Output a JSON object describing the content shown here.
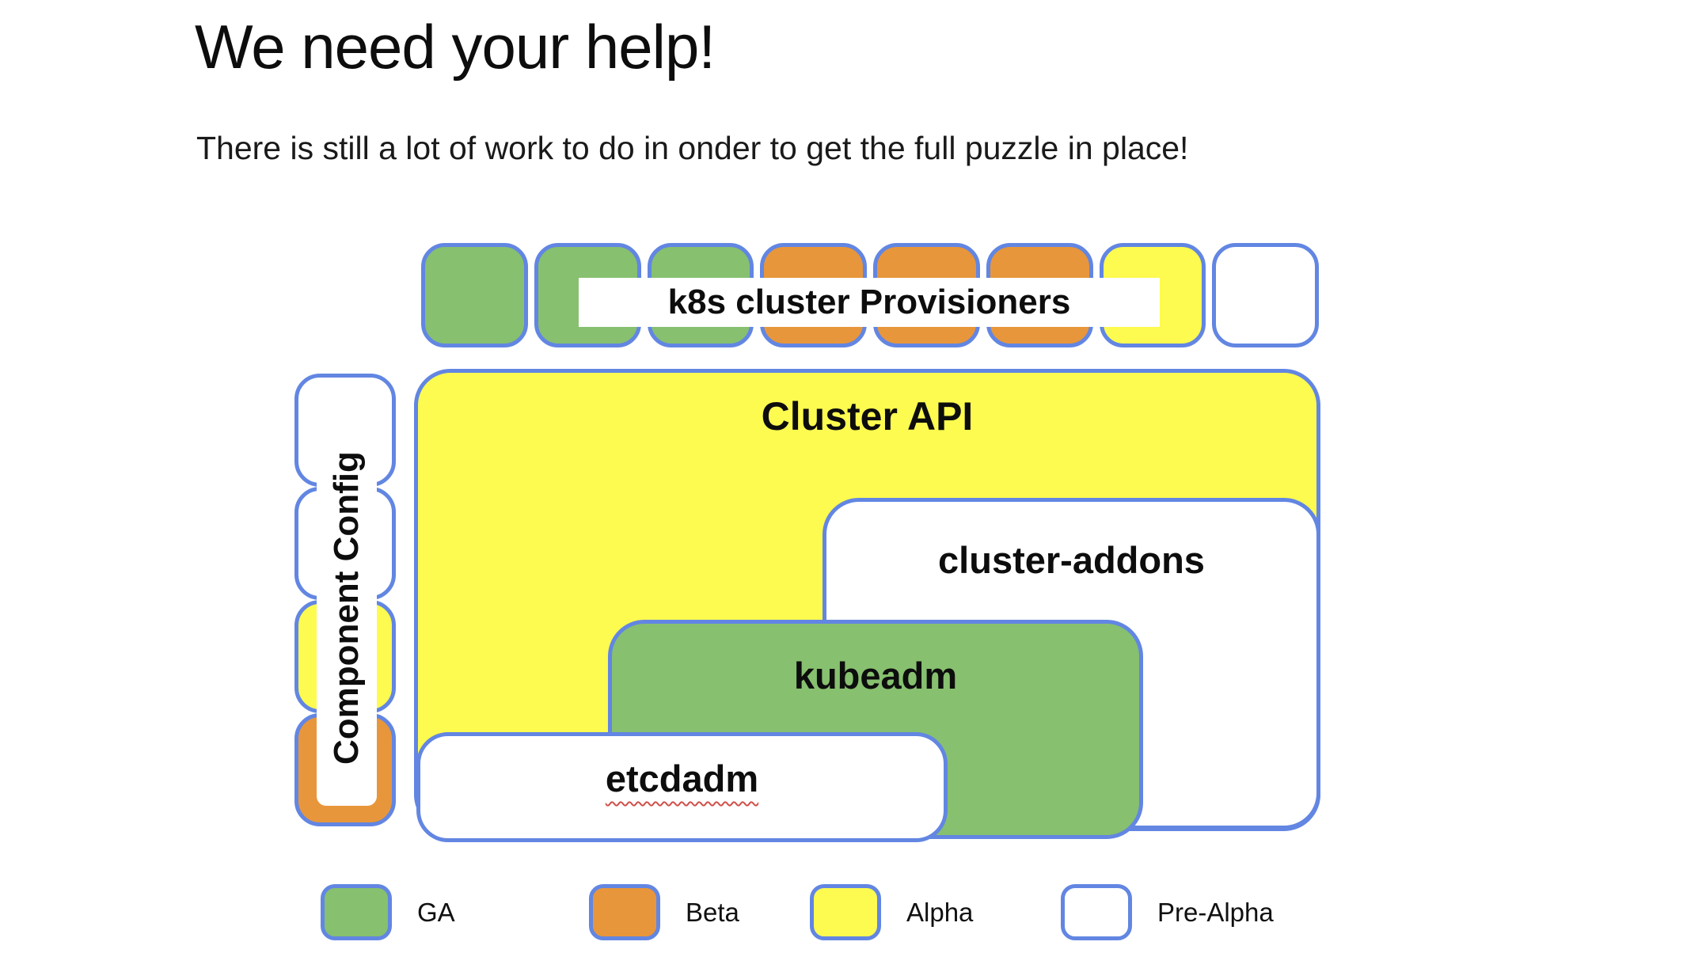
{
  "header": {
    "title": "We need your help!",
    "subtitle": "There is still a lot of work to do in onder to get the full puzzle in place!"
  },
  "puzzle": {
    "provisioners_label": "k8s cluster Provisioners",
    "provisioner_pieces": [
      "GA",
      "GA",
      "GA",
      "Beta",
      "Beta",
      "Beta",
      "Alpha",
      "Pre-Alpha"
    ],
    "component_config": {
      "label": "Component Config",
      "segments": [
        "Pre-Alpha",
        "Pre-Alpha",
        "Alpha",
        "Beta"
      ]
    },
    "cluster_api": {
      "label": "Cluster API",
      "status": "Alpha"
    },
    "cluster_addons": {
      "label": "cluster-addons",
      "status": "Pre-Alpha"
    },
    "kubeadm": {
      "label": "kubeadm",
      "status": "GA"
    },
    "etcdadm": {
      "label": "etcdadm",
      "status": "Pre-Alpha",
      "spellcheck_underline": true
    }
  },
  "legend": {
    "items": [
      {
        "label": "GA",
        "color": "#87c06f"
      },
      {
        "label": "Beta",
        "color": "#e8963b"
      },
      {
        "label": "Alpha",
        "color": "#fdfa50"
      },
      {
        "label": "Pre-Alpha",
        "color": "#ffffff"
      }
    ]
  },
  "colors": {
    "outline_blue": "#6286e2",
    "ga_green": "#87c06f",
    "beta_orange": "#e8963b",
    "alpha_yellow": "#fdfa50",
    "pre_alpha_white": "#ffffff",
    "spellcheck_red": "#d0504a",
    "text_black": "#0d0d0d"
  }
}
